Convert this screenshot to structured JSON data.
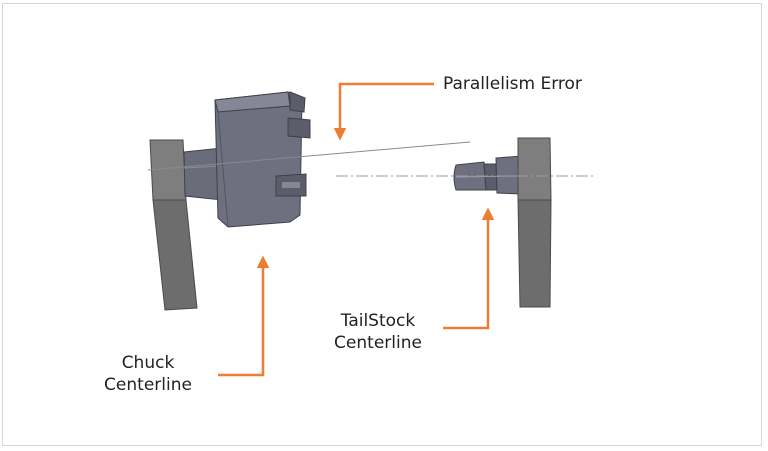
{
  "labels": {
    "parallelism_error": "Parallelism Error",
    "tailstock_line1": "TailStock",
    "tailstock_line2": "Centerline",
    "chuck_line1": "Chuck",
    "chuck_line2": "Centerline"
  },
  "colors": {
    "arrow": "#ED7D31",
    "metal_dark": "#5B5D6B",
    "metal_mid": "#6E7080",
    "metal_light": "#858797",
    "stand": "#777777",
    "border": "#D6D6D6"
  }
}
